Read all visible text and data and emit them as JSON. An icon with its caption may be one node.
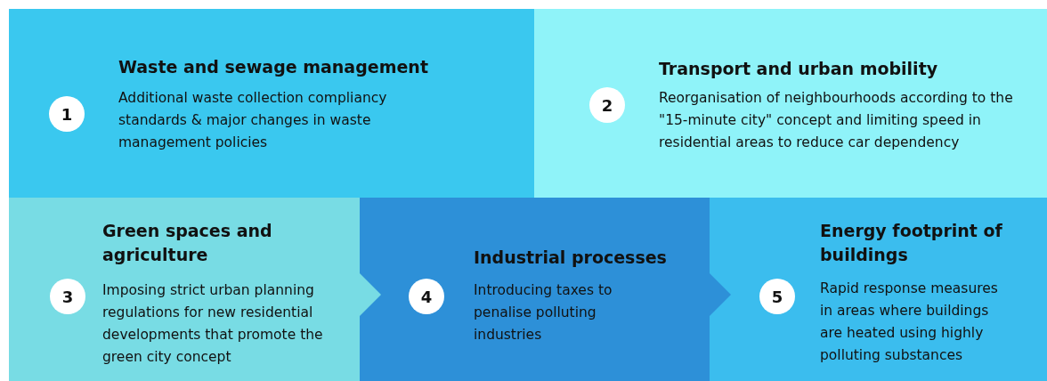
{
  "diagram": {
    "nodes": [
      {
        "text": [
          "Waste and sewage management",
          "Additional waste collection compliancy standards & major changes in waste management policies"
        ]
      },
      {
        "text": [
          "1"
        ],
        "in": 0
      },
      {
        "text": [
          "Transport and urban mobility",
          "Reorganisation of neighbourhoods according to the \"15-minute city\" concept and limiting speed in residential areas to reduce car dependency"
        ]
      },
      {
        "text": [
          "2"
        ],
        "in": 2
      },
      {
        "text": [
          "Green spaces and agriculture",
          "Imposing strict urban planning regulations for new residential developments that promote the green city concept"
        ]
      },
      {
        "text": [
          "3"
        ],
        "in": 4
      },
      {
        "text": [
          "Industrial processes",
          "Introducing taxes to penalise polluting industries"
        ]
      },
      {
        "text": [
          "4"
        ],
        "in": 6
      },
      {
        "text": [
          "Energy footprint of buildings",
          "Rapid response measures in areas where buildings are heated using highly polluting substances"
        ]
      },
      {
        "text": [
          "5"
        ],
        "in": 8
      }
    ],
    "edges": [
      {
        "from": 4,
        "to": 6,
        "arrow": "to"
      },
      {
        "from": 6,
        "to": 8,
        "arrow": "to"
      }
    ]
  }
}
